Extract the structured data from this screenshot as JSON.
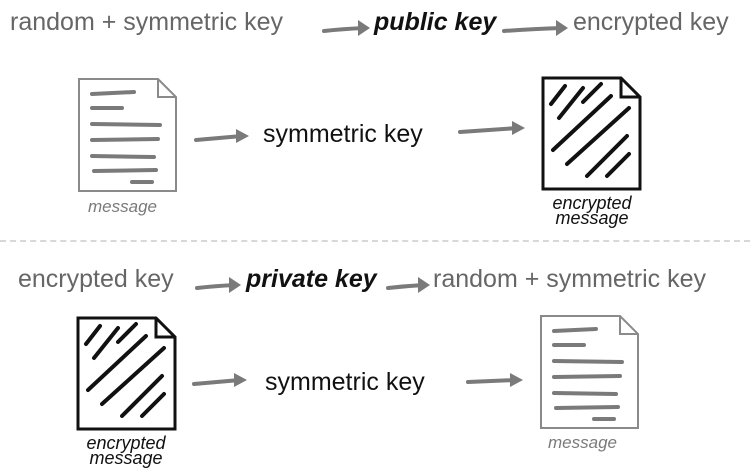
{
  "encrypt": {
    "chain": {
      "input": "random + symmetric key",
      "key": "public key",
      "output": "encrypted key"
    },
    "input_caption": "message",
    "process_label": "symmetric key",
    "output_caption_line1": "encrypted",
    "output_caption_line2": "message"
  },
  "decrypt": {
    "chain": {
      "input": "encrypted key",
      "key": "private key",
      "output": "random + symmetric key"
    },
    "input_caption_line1": "encrypted",
    "input_caption_line2": "message",
    "process_label": "symmetric key",
    "output_caption": "message"
  },
  "colors": {
    "arrow": "#7a7a7a",
    "muted_text": "#666666",
    "dark_text": "#111111",
    "divider": "#d8d8d8"
  },
  "icons": [
    "plain-document-icon",
    "encrypted-document-icon",
    "arrow-right-icon"
  ]
}
